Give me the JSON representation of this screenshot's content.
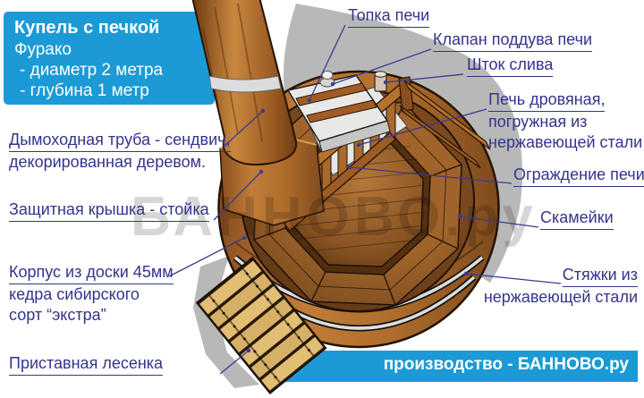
{
  "info_box": {
    "title": "Купель с печкой",
    "line2": "Фурако",
    "line3": "- диаметр 2 метра",
    "line4": "- глубина 1 метр"
  },
  "watermark": "БАННОВО.ру",
  "footer": "производство - БАННОВО.ру",
  "labels": {
    "topka": "Топка печи",
    "klapan": "Клапан поддува печи",
    "shtok": "Шток слива",
    "pech1": "Печь дровяная,",
    "pech2": "погружная из",
    "pech3": "нержавеющей стали",
    "ograzhdenie": "Ограждение печи",
    "skameyki": "Скамейки",
    "styazhki1": "Стяжки из",
    "styazhki2": "нержавеющей стали",
    "dymohod1": "Дымоходная труба - сендвич,",
    "dymohod2": "декорированная деревом.",
    "kryshka": "Защитная крышка - стойка",
    "korpus1": "Корпус из доски 45мм",
    "korpus2": "кедра сибирского",
    "korpus3": "сорт “экстра”",
    "lesenka": "Приставная лесенка"
  },
  "colors": {
    "accent_blue": "#1b9ad6",
    "label_ink": "#34348c",
    "wood_main": "#b5722f",
    "shadow_gray": "#b8b8b8"
  }
}
